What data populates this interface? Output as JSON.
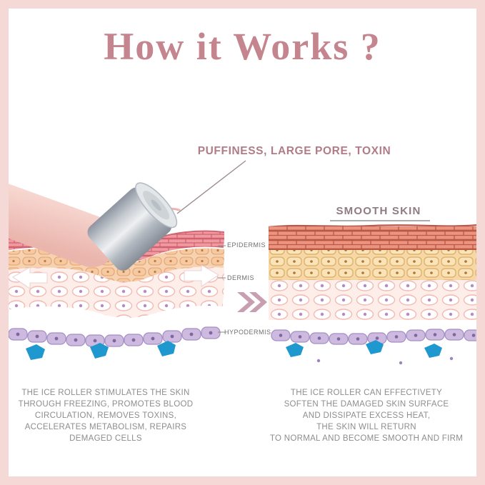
{
  "title": {
    "text": "How it Works ?"
  },
  "annotations": {
    "problem": "PUFFINESS, LARGE PORE, TOXIN",
    "result": "SMOOTH SKIN"
  },
  "skin_layers": {
    "epidermis": "EPIDERMIS",
    "dermis": "DERMIS",
    "hypodermis": "HYPODERMIS"
  },
  "captions": {
    "left_lines": [
      "THE ICE ROLLER STIMULATES THE SKIN",
      "THROUGH FREEZING, PROMOTES BLOOD",
      "CIRCULATION, REMOVES TOXINS,",
      "ACCELERATES METABOLISM, REPAIRS",
      "DEMAGED CELLS"
    ],
    "right_lines": [
      "THE ICE ROLLER CAN EFFECTIVETY",
      "SOFTEN THE DAMAGED SKIN SURFACE",
      "AND DISSIPATE EXCESS HEAT,",
      "THE SKIN WILL RETURN",
      "TO NORMAL AND BECOME SMOOTH AND FIRM"
    ]
  },
  "icons": {
    "transform_chevron": "double-chevron-right",
    "roll_arrows": "left-right-white-arrows",
    "ice_roller": "pink-ice-roller-with-steel-head"
  },
  "colors": {
    "frame_border": "#f4d9d7",
    "title": "#c4858f",
    "problem_label": "#b17c87",
    "result_label": "#8f7b80",
    "layer_label": "#6e6e6e",
    "caption": "#8e8c8f",
    "chevron": "#c89fb1",
    "epidermis_brick": "#ef9aa1",
    "dermis_peach": "#f7d2b0",
    "hypodermis_purple": "#cdbade",
    "vessel_blue": "#1f97cf"
  }
}
